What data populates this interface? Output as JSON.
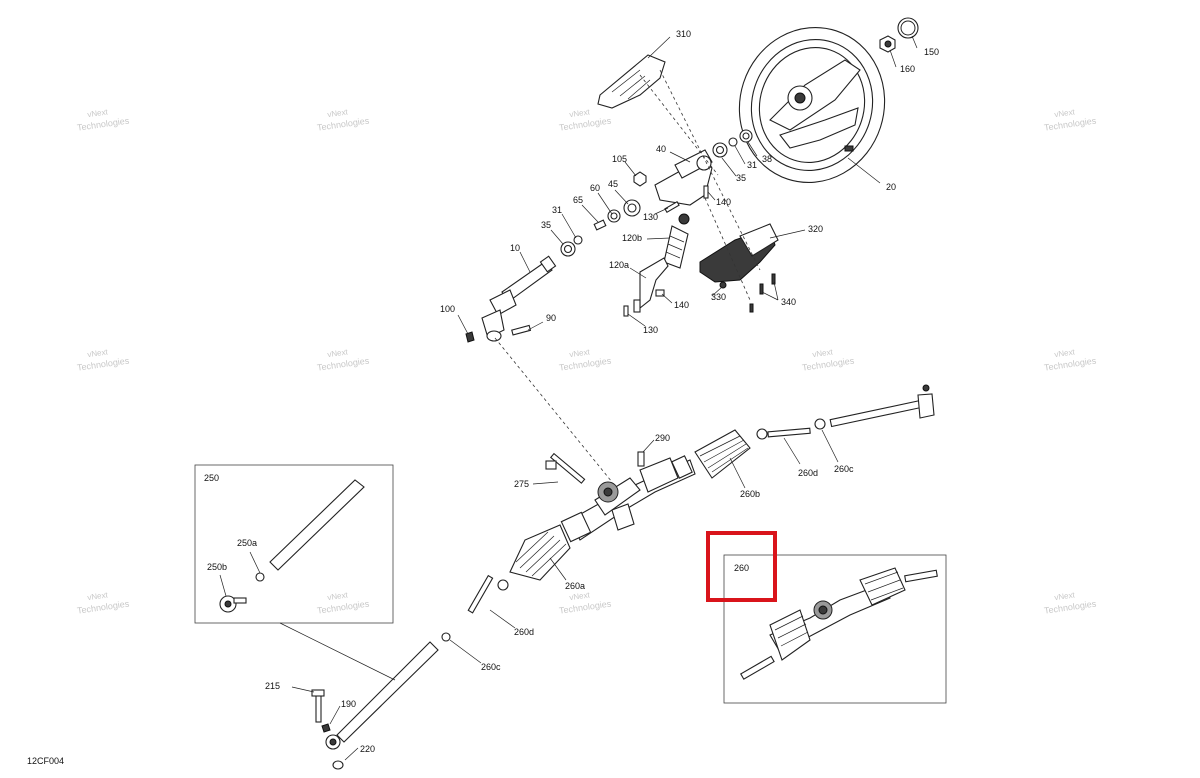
{
  "diagram": {
    "code": "12CF004",
    "watermark_text": "vNext Technologies",
    "highlight_color": "#d9141b",
    "callouts": {
      "c310": "310",
      "c150": "150",
      "c160": "160",
      "c20": "20",
      "c38": "38",
      "c31a": "31",
      "c35a": "35",
      "c40": "40",
      "c105": "105",
      "c60": "60",
      "c45": "45",
      "c65": "65",
      "c31b": "31",
      "c35b": "35",
      "c130a": "130",
      "c140a": "140",
      "c120b": "120b",
      "c120a": "120a",
      "c320": "320",
      "c10": "10",
      "c140b": "140",
      "c330": "330",
      "c340": "340",
      "c100": "100",
      "c90": "90",
      "c130b": "130",
      "c290": "290",
      "c275": "275",
      "c260d_top": "260d",
      "c260c_top": "260c",
      "c260b": "260b",
      "c260a": "260a",
      "c260d_bot": "260d",
      "c260c_bot": "260c",
      "c250": "250",
      "c250a": "250a",
      "c250b": "250b",
      "c260": "260",
      "c215": "215",
      "c190": "190",
      "c220": "220"
    }
  }
}
